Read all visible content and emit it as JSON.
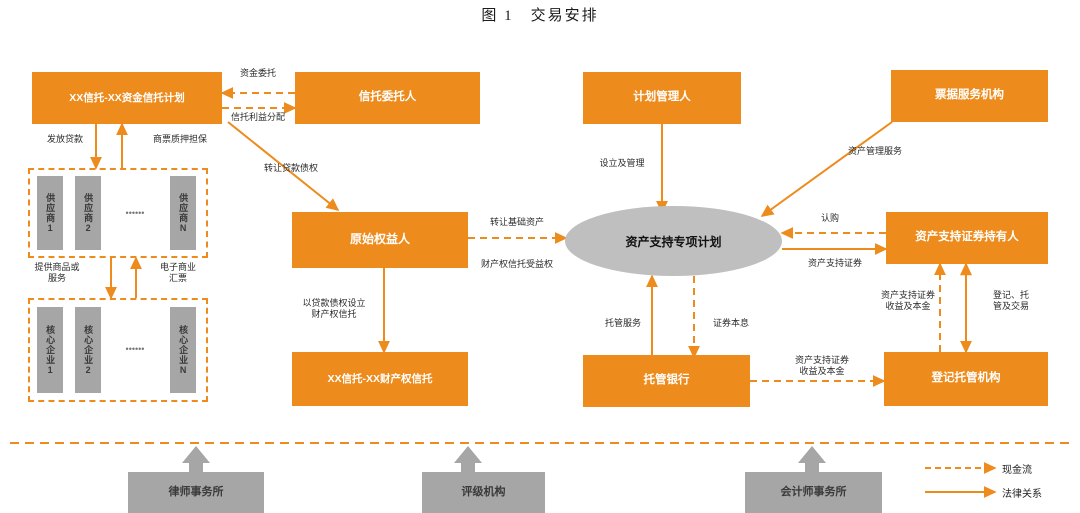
{
  "title": "图 1　交易安排",
  "colors": {
    "orange": "#ED8B1C",
    "gray": "#A6A6A6",
    "ellipse_gray": "#BFBFBF",
    "text_dark": "#2b2b2b"
  },
  "nodes": {
    "fund_trust_plan": "XX信托-XX资金信托计划",
    "trust_settlor": "信托委托人",
    "plan_manager": "计划管理人",
    "bill_service_agency": "票据服务机构",
    "originator": "原始权益人",
    "special_plan": "资产支持专项计划",
    "abs_holder": "资产支持证券持有人",
    "property_right_trust": "XX信托-XX财产权信托",
    "custodian_bank": "托管银行",
    "registration_custody_agency": "登记托管机构",
    "law_firm": "律师事务所",
    "rating_agency": "评级机构",
    "accounting_firm": "会计师事务所"
  },
  "suppliers": {
    "items": [
      "供应商1",
      "供应商2",
      "供应商N"
    ],
    "ellipsis": "••••••"
  },
  "core_enterprises": {
    "items": [
      "核心企业1",
      "核心企业2",
      "核心企业N"
    ],
    "ellipsis": "••••••"
  },
  "edge_labels": {
    "fund_entrust": "资金委托",
    "trust_benefit_distribution": "信托利益分配",
    "issue_loan": "发放贷款",
    "bill_pledge_guarantee": "商票质押担保",
    "provide_goods_services": "提供商品或\n服务",
    "electronic_commercial_draft": "电子商业\n汇票",
    "transfer_loan_claim": "转让贷款债权",
    "establish_property_trust": "以贷款债权设立\n财产权信托",
    "transfer_underlying_asset": "转让基础资产",
    "property_trust_beneficiary_right": "财产权信托受益权",
    "setup_and_manage": "设立及管理",
    "asset_management_service": "资产管理服务",
    "subscription": "认购",
    "asset_backed_securities": "资产支持证券",
    "custody_service": "托管服务",
    "securities_principal_interest": "证券本息",
    "abs_income_principal_1": "资产支持证券\n收益及本金",
    "abs_income_principal_2": "资产支持证券\n收益及本金",
    "registration_custody_trading": "登记、托\n管及交易"
  },
  "legend": [
    {
      "name": "cash-flow",
      "label": "现金流",
      "style": "dashed"
    },
    {
      "name": "legal-relation",
      "label": "法律关系",
      "style": "solid"
    }
  ]
}
